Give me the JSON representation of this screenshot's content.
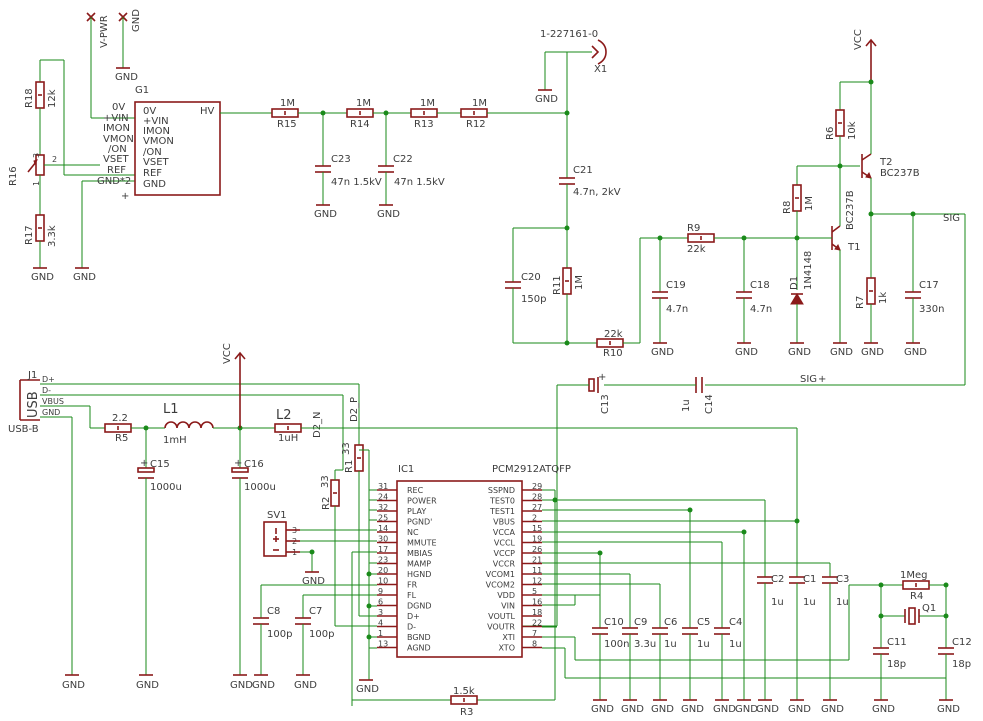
{
  "power": {
    "gnd": "GND",
    "vcc": "VCC",
    "vpwr": "V-PWR"
  },
  "g1": {
    "name": "G1",
    "left_pins": [
      "0V",
      "+VIN",
      "IMON",
      "VMON",
      "/ON",
      "VSET",
      "REF",
      "GND*2"
    ],
    "right_pins": [
      "0V",
      "+VIN",
      "IMON",
      "VMON",
      "/ON",
      "VSET",
      "REF",
      "GND"
    ],
    "hv": "HV",
    "plus": "+"
  },
  "r16": {
    "name": "R16",
    "p1": "1",
    "p2": "2",
    "p3": "3"
  },
  "parts": {
    "r18": {
      "name": "R18",
      "value": "12k"
    },
    "r17": {
      "name": "R17",
      "value": "3.3k"
    },
    "r15": {
      "name": "R15",
      "value": "1M"
    },
    "r14": {
      "name": "R14",
      "value": "1M"
    },
    "r13": {
      "name": "R13",
      "value": "1M"
    },
    "r12": {
      "name": "R12",
      "value": "1M"
    },
    "c23": {
      "name": "C23",
      "value": "47n 1.5kV"
    },
    "c22": {
      "name": "C22",
      "value": "47n 1.5kV"
    },
    "x1": {
      "name": "X1",
      "value": "1-227161-0"
    },
    "c21": {
      "name": "C21",
      "value": "4.7n,  2kV"
    },
    "c20": {
      "name": "C20",
      "value": "150p"
    },
    "r11": {
      "name": "R11",
      "value": "1M"
    },
    "r10": {
      "name": "R10",
      "value": "22k"
    },
    "r9": {
      "name": "R9",
      "value": "22k"
    },
    "c19": {
      "name": "C19",
      "value": "4.7n"
    },
    "c18": {
      "name": "C18",
      "value": "4.7n"
    },
    "r8": {
      "name": "R8",
      "value": "1M"
    },
    "d1": {
      "name": "D1",
      "value": "1N4148"
    },
    "t1": {
      "name": "T1",
      "value": "BC237B"
    },
    "t2": {
      "name": "T2",
      "value": "BC237B"
    },
    "r6": {
      "name": "R6",
      "value": "10k"
    },
    "r7": {
      "name": "R7",
      "value": "1k"
    },
    "c17": {
      "name": "C17",
      "value": "330n"
    },
    "sig": "SIG",
    "c13": {
      "name": "C13"
    },
    "c14": {
      "name": "C14",
      "value": "1u"
    },
    "r5": {
      "name": "R5",
      "value": "2.2"
    },
    "l1": {
      "name": "L1",
      "value": "1mH"
    },
    "l2": {
      "name": "L2",
      "value": "1uH"
    },
    "c15": {
      "name": "C15",
      "value": "1000u"
    },
    "c16": {
      "name": "C16",
      "value": "1000u"
    },
    "r1": {
      "name": "R1",
      "value": "33"
    },
    "r2": {
      "name": "R2",
      "value": "33"
    },
    "d2n": "D2_N",
    "d2p": "D2_P",
    "sv1": {
      "name": "SV1",
      "p1": "1",
      "p2": "2",
      "p3": "3"
    },
    "c8": {
      "name": "C8",
      "value": "100p"
    },
    "c7": {
      "name": "C7",
      "value": "100p"
    },
    "c2": {
      "name": "C2",
      "value": "1u"
    },
    "c1": {
      "name": "C1",
      "value": "1u"
    },
    "c3": {
      "name": "C3",
      "value": "1u"
    },
    "c10": {
      "name": "C10",
      "value": "100n"
    },
    "c9": {
      "name": "C9",
      "value": "3.3u"
    },
    "c6": {
      "name": "C6",
      "value": "1u"
    },
    "c5": {
      "name": "C5",
      "value": "1u"
    },
    "c4": {
      "name": "C4",
      "value": "1u"
    },
    "r4": {
      "name": "R4",
      "value": "1Meg"
    },
    "q1": {
      "name": "Q1"
    },
    "c11": {
      "name": "C11",
      "value": "18p"
    },
    "c12": {
      "name": "C12",
      "value": "18p"
    },
    "r3": {
      "name": "R3",
      "value": "1.5k"
    }
  },
  "j1": {
    "name": "J1",
    "label": "USB",
    "type": "USB-B",
    "pins": [
      "D+",
      "D-",
      "VBUS",
      "GND"
    ]
  },
  "ic1": {
    "name": "IC1",
    "part": "PCM2912ATQFP",
    "left": [
      {
        "num": "31",
        "label": "REC"
      },
      {
        "num": "24",
        "label": "POWER"
      },
      {
        "num": "32",
        "label": "PLAY"
      },
      {
        "num": "25",
        "label": "PGND'"
      },
      {
        "num": "14",
        "label": "NC"
      },
      {
        "num": "30",
        "label": "MMUTE"
      },
      {
        "num": "17",
        "label": "MBIAS"
      },
      {
        "num": "23",
        "label": "MAMP"
      },
      {
        "num": "20",
        "label": "HGND"
      },
      {
        "num": "10",
        "label": "FR"
      },
      {
        "num": "9",
        "label": "FL"
      },
      {
        "num": "6",
        "label": "DGND"
      },
      {
        "num": "3",
        "label": "D+"
      },
      {
        "num": "4",
        "label": "D-"
      },
      {
        "num": "1",
        "label": "BGND"
      },
      {
        "num": "13",
        "label": "AGND"
      }
    ],
    "right": [
      {
        "num": "29",
        "label": "SSPND"
      },
      {
        "num": "28",
        "label": "TEST0"
      },
      {
        "num": "27",
        "label": "TEST1"
      },
      {
        "num": "2",
        "label": "VBUS"
      },
      {
        "num": "15",
        "label": "VCCA"
      },
      {
        "num": "19",
        "label": "VCCL"
      },
      {
        "num": "26",
        "label": "VCCP"
      },
      {
        "num": "21",
        "label": "VCCR"
      },
      {
        "num": "11",
        "label": "VCOM1"
      },
      {
        "num": "12",
        "label": "VCOM2"
      },
      {
        "num": "5",
        "label": "VDD"
      },
      {
        "num": "16",
        "label": "VIN"
      },
      {
        "num": "18",
        "label": "VOUTL"
      },
      {
        "num": "22",
        "label": "VOUTR"
      },
      {
        "num": "7",
        "label": "XTI"
      },
      {
        "num": "8",
        "label": "XTO"
      }
    ]
  }
}
